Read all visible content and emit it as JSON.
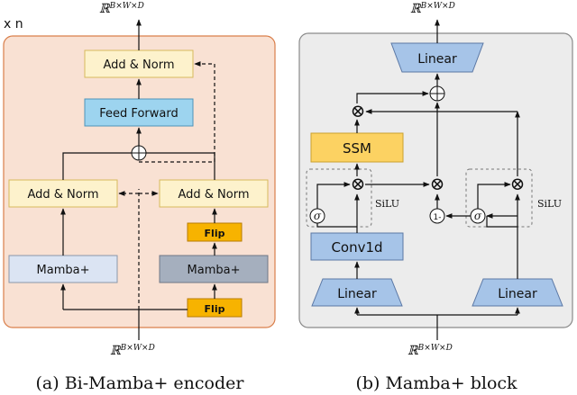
{
  "colors": {
    "encoder_bg": "#f9e1d3",
    "encoder_border": "#d97f4b",
    "block_bg": "#ececec",
    "block_border": "#8a8a8a",
    "addnorm_fill": "#fdf2cc",
    "addnorm_stroke": "#d8b95c",
    "feedforward_fill": "#9dd4ef",
    "feedforward_stroke": "#4d93b8",
    "mamba_light": "#dbe4f3",
    "mamba_dark": "#a5afbe",
    "flip_fill": "#f7b300",
    "flip_stroke": "#b87c00",
    "linear_fill": "#a6c4e8",
    "linear_stroke": "#5b78a5",
    "ssm_fill": "#fcd262",
    "ssm_stroke": "#caa12f",
    "conv_fill": "#a6c4e8"
  },
  "encoder": {
    "repeat_label": "x n",
    "input_label": "ℝ",
    "input_sup": "B×W×D",
    "output_label": "ℝ",
    "output_sup": "B×W×D",
    "addnorm_top": "Add & Norm",
    "feed_forward": "Feed Forward",
    "plus_symbol": "+",
    "addnorm_left": "Add & Norm",
    "addnorm_right": "Add & Norm",
    "flip_top": "Flip",
    "flip_bottom": "Flip",
    "mamba_left": "Mamba+",
    "mamba_right": "Mamba+",
    "caption": "(a)  Bi-Mamba+ encoder"
  },
  "block": {
    "input_label": "ℝ",
    "input_sup": "B×W×D",
    "output_label": "ℝ",
    "output_sup": "B×W×D",
    "linear_top": "Linear",
    "ssm": "SSM",
    "conv1d": "Conv1d",
    "linear_left": "Linear",
    "linear_right": "Linear",
    "silu_left": "SiLU",
    "silu_right": "SiLU",
    "sigma": "σ",
    "one_minus": "1-",
    "times_symbol": "⊗",
    "caption": "(b)  Mamba+ block"
  }
}
